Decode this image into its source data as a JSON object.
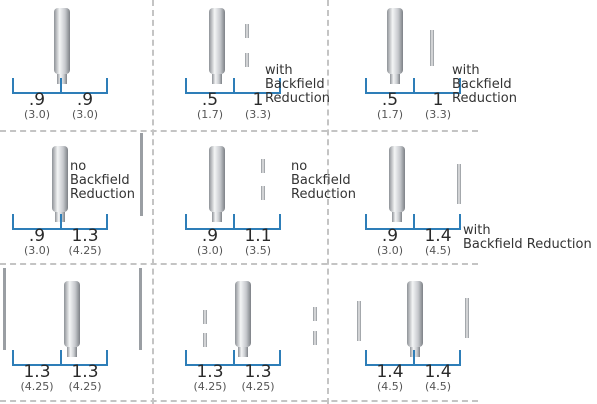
{
  "colors": {
    "bracket": "#2e7eb8",
    "cylinder": "#c9ccd0",
    "divider": "#c4c4c4"
  },
  "rows": [
    {
      "cells": [
        {
          "labels": [
            {
              "main": ".9",
              "sub": "(3.0)"
            },
            {
              "main": ".9",
              "sub": "(3.0)"
            }
          ],
          "note": []
        },
        {
          "labels": [
            {
              "main": ".5",
              "sub": "(1.7)"
            },
            {
              "main": "1",
              "sub": "(3.3)"
            }
          ],
          "note": [
            "with",
            "Backfield",
            "Reduction"
          ]
        },
        {
          "labels": [
            {
              "main": ".5",
              "sub": "(1.7)"
            },
            {
              "main": "1",
              "sub": "(3.3)"
            }
          ],
          "note": [
            "with",
            "Backfield",
            "Reduction"
          ]
        }
      ]
    },
    {
      "cells": [
        {
          "labels": [
            {
              "main": ".9",
              "sub": "(3.0)"
            },
            {
              "main": "1.3",
              "sub": "(4.25)"
            }
          ],
          "note": [
            "no",
            "Backfield",
            "Reduction"
          ]
        },
        {
          "labels": [
            {
              "main": ".9",
              "sub": "(3.0)"
            },
            {
              "main": "1.1",
              "sub": "(3.5)"
            }
          ],
          "note": [
            "no",
            "Backfield",
            "Reduction"
          ]
        },
        {
          "labels": [
            {
              "main": ".9",
              "sub": "(3.0)"
            },
            {
              "main": "1.4",
              "sub": "(4.5)"
            }
          ],
          "note": [
            "with",
            "Backfield Reduction"
          ]
        }
      ]
    },
    {
      "cells": [
        {
          "labels": [
            {
              "main": "1.3",
              "sub": "(4.25)"
            },
            {
              "main": "1.3",
              "sub": "(4.25)"
            }
          ],
          "note": []
        },
        {
          "labels": [
            {
              "main": "1.3",
              "sub": "(4.25)"
            },
            {
              "main": "1.3",
              "sub": "(4.25)"
            }
          ],
          "note": []
        },
        {
          "labels": [
            {
              "main": "1.4",
              "sub": "(4.5)"
            },
            {
              "main": "1.4",
              "sub": "(4.5)"
            }
          ],
          "note": []
        }
      ]
    }
  ]
}
